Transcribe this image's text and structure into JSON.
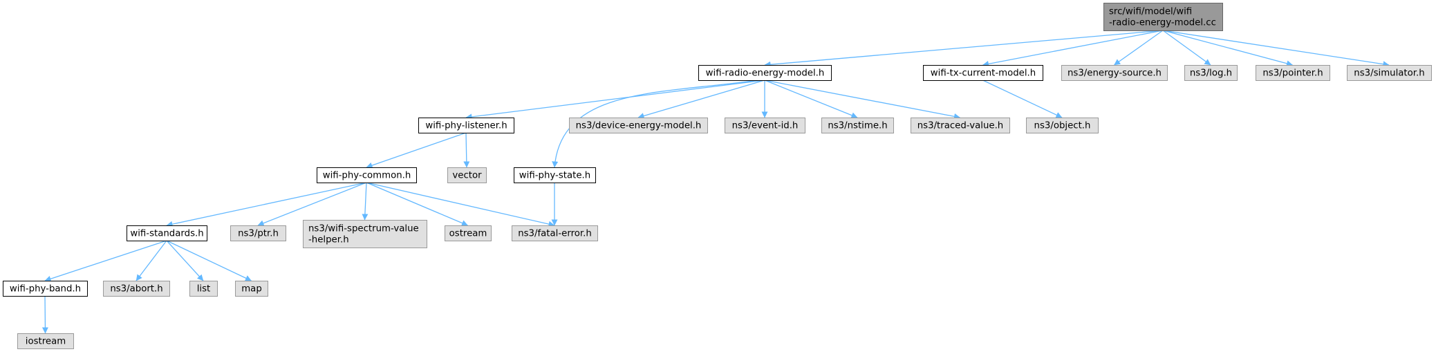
{
  "colors": {
    "root_fill": "#999999",
    "root_stroke": "#666666",
    "file_fill": "#ffffff",
    "file_stroke": "#000000",
    "external_fill": "#e0e0e0",
    "external_stroke": "#999999",
    "edge": "#63b8ff"
  },
  "nodes": [
    {
      "id": "root",
      "kind": "root",
      "lines": [
        "src/wifi/model/wifi",
        "-radio-energy-model.cc"
      ]
    },
    {
      "id": "wifi_radio_energy_model_h",
      "kind": "file",
      "lines": [
        "wifi-radio-energy-model.h"
      ]
    },
    {
      "id": "wifi_tx_current_model_h",
      "kind": "file",
      "lines": [
        "wifi-tx-current-model.h"
      ]
    },
    {
      "id": "ns3_energy_source_h",
      "kind": "external",
      "lines": [
        "ns3/energy-source.h"
      ]
    },
    {
      "id": "ns3_log_h",
      "kind": "external",
      "lines": [
        "ns3/log.h"
      ]
    },
    {
      "id": "ns3_pointer_h",
      "kind": "external",
      "lines": [
        "ns3/pointer.h"
      ]
    },
    {
      "id": "ns3_simulator_h",
      "kind": "external",
      "lines": [
        "ns3/simulator.h"
      ]
    },
    {
      "id": "wifi_phy_listener_h",
      "kind": "file",
      "lines": [
        "wifi-phy-listener.h"
      ]
    },
    {
      "id": "ns3_device_energy_model_h",
      "kind": "external",
      "lines": [
        "ns3/device-energy-model.h"
      ]
    },
    {
      "id": "ns3_event_id_h",
      "kind": "external",
      "lines": [
        "ns3/event-id.h"
      ]
    },
    {
      "id": "ns3_nstime_h",
      "kind": "external",
      "lines": [
        "ns3/nstime.h"
      ]
    },
    {
      "id": "ns3_traced_value_h",
      "kind": "external",
      "lines": [
        "ns3/traced-value.h"
      ]
    },
    {
      "id": "ns3_object_h",
      "kind": "external",
      "lines": [
        "ns3/object.h"
      ]
    },
    {
      "id": "wifi_phy_common_h",
      "kind": "file",
      "lines": [
        "wifi-phy-common.h"
      ]
    },
    {
      "id": "vector",
      "kind": "external",
      "lines": [
        "vector"
      ]
    },
    {
      "id": "wifi_phy_state_h",
      "kind": "file",
      "lines": [
        "wifi-phy-state.h"
      ]
    },
    {
      "id": "wifi_standards_h",
      "kind": "file",
      "lines": [
        "wifi-standards.h"
      ]
    },
    {
      "id": "ns3_ptr_h",
      "kind": "external",
      "lines": [
        "ns3/ptr.h"
      ]
    },
    {
      "id": "ns3_wifi_spectrum_value_helper_h",
      "kind": "external",
      "lines": [
        "ns3/wifi-spectrum-value",
        "-helper.h"
      ]
    },
    {
      "id": "ostream",
      "kind": "external",
      "lines": [
        "ostream"
      ]
    },
    {
      "id": "ns3_fatal_error_h",
      "kind": "external",
      "lines": [
        "ns3/fatal-error.h"
      ]
    },
    {
      "id": "wifi_phy_band_h",
      "kind": "file",
      "lines": [
        "wifi-phy-band.h"
      ]
    },
    {
      "id": "ns3_abort_h",
      "kind": "external",
      "lines": [
        "ns3/abort.h"
      ]
    },
    {
      "id": "list",
      "kind": "external",
      "lines": [
        "list"
      ]
    },
    {
      "id": "map",
      "kind": "external",
      "lines": [
        "map"
      ]
    },
    {
      "id": "iostream",
      "kind": "external",
      "lines": [
        "iostream"
      ]
    }
  ],
  "edges": [
    [
      "root",
      "wifi_radio_energy_model_h"
    ],
    [
      "root",
      "wifi_tx_current_model_h"
    ],
    [
      "root",
      "ns3_energy_source_h"
    ],
    [
      "root",
      "ns3_log_h"
    ],
    [
      "root",
      "ns3_pointer_h"
    ],
    [
      "root",
      "ns3_simulator_h"
    ],
    [
      "wifi_radio_energy_model_h",
      "wifi_phy_listener_h"
    ],
    [
      "wifi_radio_energy_model_h",
      "wifi_phy_state_h"
    ],
    [
      "wifi_radio_energy_model_h",
      "ns3_device_energy_model_h"
    ],
    [
      "wifi_radio_energy_model_h",
      "ns3_event_id_h"
    ],
    [
      "wifi_radio_energy_model_h",
      "ns3_nstime_h"
    ],
    [
      "wifi_radio_energy_model_h",
      "ns3_traced_value_h"
    ],
    [
      "wifi_tx_current_model_h",
      "ns3_object_h"
    ],
    [
      "wifi_phy_listener_h",
      "wifi_phy_common_h"
    ],
    [
      "wifi_phy_listener_h",
      "vector"
    ],
    [
      "wifi_phy_common_h",
      "wifi_standards_h"
    ],
    [
      "wifi_phy_common_h",
      "ns3_ptr_h"
    ],
    [
      "wifi_phy_common_h",
      "ns3_wifi_spectrum_value_helper_h"
    ],
    [
      "wifi_phy_common_h",
      "ostream"
    ],
    [
      "wifi_phy_common_h",
      "ns3_fatal_error_h"
    ],
    [
      "wifi_phy_state_h",
      "ns3_fatal_error_h"
    ],
    [
      "wifi_standards_h",
      "wifi_phy_band_h"
    ],
    [
      "wifi_standards_h",
      "ns3_abort_h"
    ],
    [
      "wifi_standards_h",
      "list"
    ],
    [
      "wifi_standards_h",
      "map"
    ],
    [
      "wifi_phy_band_h",
      "iostream"
    ]
  ]
}
